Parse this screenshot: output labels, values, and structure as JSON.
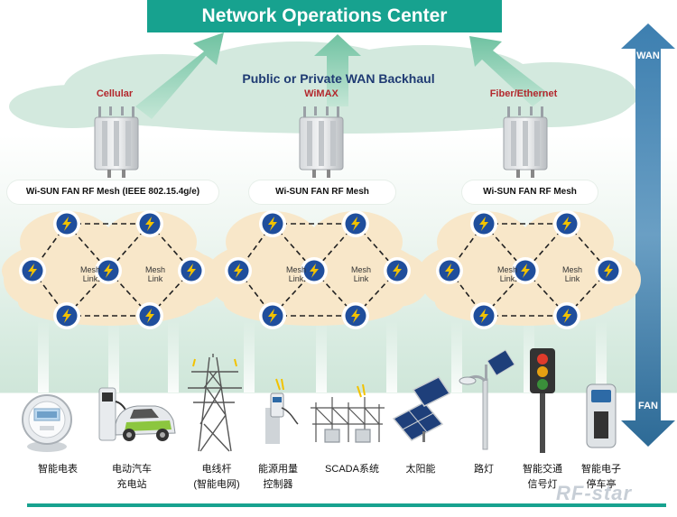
{
  "header": {
    "title": "Network Operations Center"
  },
  "backhaul": {
    "title": "Public or Private WAN Backhaul",
    "links": [
      "Cellular",
      "WiMAX",
      "Fiber/Ethernet"
    ]
  },
  "meshes": {
    "labels": [
      "Wi-SUN FAN RF Mesh (IEEE 802.15.4g/e)",
      "Wi-SUN FAN RF Mesh",
      "Wi-SUN FAN RF Mesh"
    ],
    "link_label_line1": "Mesh",
    "link_label_line2": "Link"
  },
  "axis": {
    "top": "WAN",
    "bottom": "FAN"
  },
  "devices": [
    {
      "line1": "智能电表",
      "line2": ""
    },
    {
      "line1": "电动汽车",
      "line2": "充电站"
    },
    {
      "line1": "电线杆",
      "line2": "(智能电网)"
    },
    {
      "line1": "能源用量",
      "line2": "控制器"
    },
    {
      "line1": "SCADA系统",
      "line2": ""
    },
    {
      "line1": "太阳能",
      "line2": ""
    },
    {
      "line1": "路灯",
      "line2": ""
    },
    {
      "line1": "智能交通",
      "line2": "信号灯"
    },
    {
      "line1": "智能电子",
      "line2": "停车亭"
    }
  ],
  "brand": {
    "logo_text": "RF-star"
  },
  "colors": {
    "accent": "#17a28f",
    "node_blue": "#1f4e9c",
    "bolt": "#f2c200",
    "label_red": "#b3282d",
    "axis_blue": "#2f6f9c"
  }
}
